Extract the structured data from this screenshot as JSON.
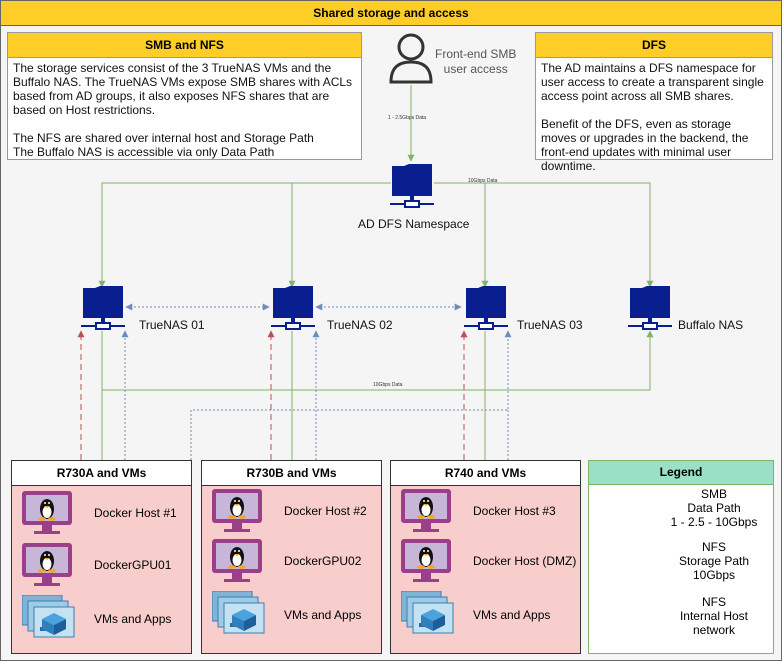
{
  "title": "Shared storage and access",
  "notes": {
    "smb": {
      "title": "SMB and NFS",
      "p1": "The storage services consist of the 3 TrueNAS VMs and the Buffalo NAS. The TrueNAS VMs expose SMB shares with ACLs based from AD groups, it also exposes NFS shares that are based on Host restrictions.",
      "p2a": "The NFS are shared over internal host and Storage Path",
      "p2b": "The Buffalo NAS is accessible via only Data Path"
    },
    "dfs": {
      "title": "DFS",
      "p1": "The AD maintains a DFS namespace for user access to create a transparent single access point across all SMB shares.",
      "p2": "Benefit of the DFS, even as storage moves or upgrades in the backend, the front-end updates with minimal user downtime."
    }
  },
  "frontend": {
    "label_line1": "Front-end SMB",
    "label_line2": "user access",
    "link_label": "1 - 2.5Gbps Data"
  },
  "dfs_node": {
    "label": "AD DFS Namespace",
    "link_label": "10Gbps Data"
  },
  "storage": {
    "nodes": [
      "TrueNAS 01",
      "TrueNAS 02",
      "TrueNAS 03",
      "Buffalo NAS"
    ],
    "bus_label": "10Gbps Data"
  },
  "servers": [
    {
      "title": "R730A and VMs",
      "items": [
        "Docker Host #1",
        "DockerGPU01",
        "VMs and Apps"
      ]
    },
    {
      "title": "R730B and VMs",
      "items": [
        "Docker Host #2",
        "DockerGPU02",
        "VMs and Apps"
      ]
    },
    {
      "title": "R740 and VMs",
      "items": [
        "Docker Host #3",
        "Docker Host (DMZ)",
        "VMs and Apps"
      ]
    }
  ],
  "legend": {
    "title": "Legend",
    "entries": [
      {
        "l1": "SMB",
        "l2": "Data Path",
        "l3": "1 - 2.5 - 10Gbps"
      },
      {
        "l1": "NFS",
        "l2": "Storage Path",
        "l3": "10Gbps"
      },
      {
        "l1": "NFS",
        "l2": "Internal Host",
        "l3": "network"
      }
    ]
  },
  "colors": {
    "smb": "#82b366",
    "nfs_storage": "#6c8ebf",
    "nfs_internal": "#b85450",
    "nas_icon": "#0a1f8f",
    "server_fill": "#f8cecc"
  }
}
